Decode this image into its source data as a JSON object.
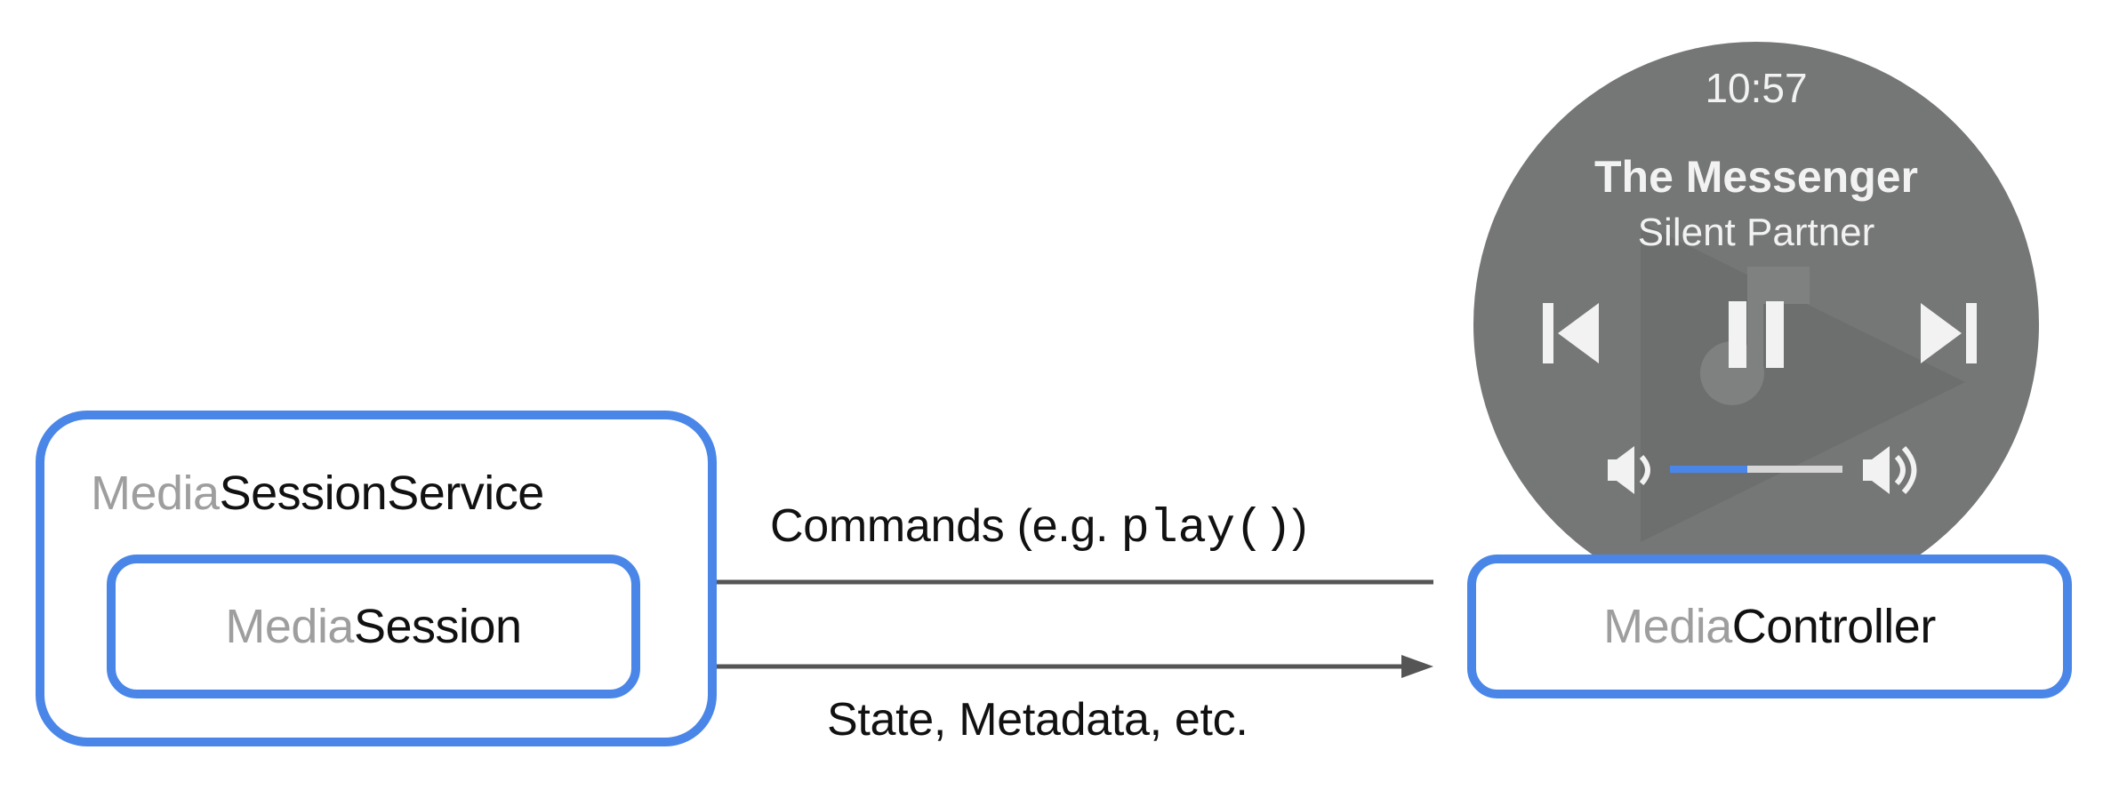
{
  "colors": {
    "accent": "#4a86e8",
    "prefix_gray": "#9e9e9e",
    "watch_face": "#757676",
    "arrow": "#555555"
  },
  "service": {
    "prefix": "Media",
    "name": "SessionService"
  },
  "session": {
    "prefix": "Media",
    "name": "Session"
  },
  "controller": {
    "prefix": "Media",
    "name": "Controller"
  },
  "commands": {
    "prefix": "Commands (e.g. ",
    "code": "play()",
    "suffix": ")"
  },
  "state_label": "State, Metadata, etc.",
  "watch": {
    "time": "10:57",
    "track_title": "The Messenger",
    "artist": "Silent Partner",
    "volume_level": 0.45,
    "icons": [
      "skip-previous-icon",
      "pause-icon",
      "skip-next-icon",
      "volume-low-icon",
      "volume-high-icon",
      "music-note-icon"
    ]
  }
}
